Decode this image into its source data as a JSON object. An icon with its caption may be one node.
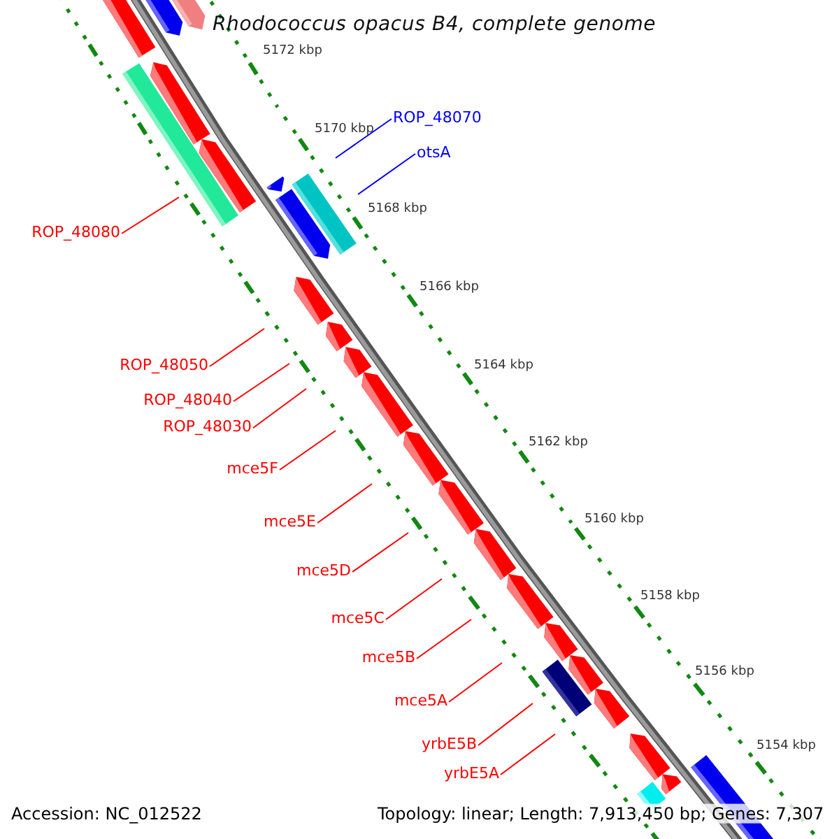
{
  "diagram": {
    "title": "Rhodococcus opacus B4, complete genome",
    "nodes": [
      {
        "text": [
          "ROP_48070"
        ]
      },
      {
        "text": [
          "otsA"
        ]
      },
      {
        "text": [
          "ROP_48080"
        ]
      },
      {
        "text": [
          "ROP_48050"
        ]
      },
      {
        "text": [
          "ROP_48040"
        ]
      },
      {
        "text": [
          "ROP_48030"
        ]
      },
      {
        "text": [
          "mce5F"
        ]
      },
      {
        "text": [
          "mce5E"
        ]
      },
      {
        "text": [
          "mce5D"
        ]
      },
      {
        "text": [
          "mce5C"
        ]
      },
      {
        "text": [
          "mce5B"
        ]
      },
      {
        "text": [
          "mce5A"
        ]
      },
      {
        "text": [
          "yrbE5B"
        ]
      },
      {
        "text": [
          "yrbE5A"
        ]
      }
    ],
    "edges": [
      {
        "from": 0,
        "to": null,
        "arrow": "none",
        "color": "#0000ff"
      },
      {
        "from": 1,
        "to": null,
        "arrow": "none",
        "color": "#0000ff"
      },
      {
        "from": 2,
        "to": null,
        "arrow": "none"
      },
      {
        "from": 3,
        "to": null,
        "arrow": "none"
      },
      {
        "from": 4,
        "to": null,
        "arrow": "none"
      },
      {
        "from": 5,
        "to": null,
        "arrow": "none"
      },
      {
        "from": 6,
        "to": null,
        "arrow": "none"
      },
      {
        "from": 7,
        "to": null,
        "arrow": "none"
      },
      {
        "from": 8,
        "to": null,
        "arrow": "none"
      },
      {
        "from": 9,
        "to": null,
        "arrow": "none"
      },
      {
        "from": 10,
        "to": null,
        "arrow": "none"
      },
      {
        "from": 11,
        "to": null,
        "arrow": "none"
      },
      {
        "from": 12,
        "to": null,
        "arrow": "none"
      },
      {
        "from": 13,
        "to": null,
        "arrow": "none"
      }
    ],
    "labels": [
      "5172 kbp",
      "5170 kbp",
      "5168 kbp",
      "5166 kbp",
      "5164 kbp",
      "5162 kbp",
      "5160 kbp",
      "5158 kbp",
      "5156 kbp",
      "5154 kbp",
      "Accession: NC_012522",
      "Topology: linear; Length: 7,913,450 bp; Genes: 7,307"
    ]
  }
}
